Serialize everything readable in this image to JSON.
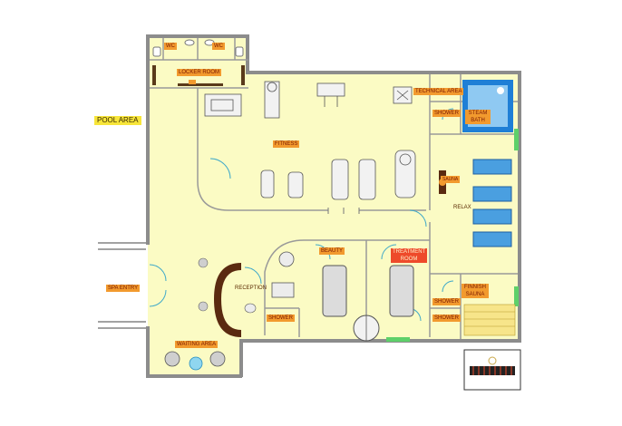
{
  "labels": {
    "pool_area": "POOL AREA",
    "wc_left": "WC",
    "wc_right": "WC",
    "locker_room": "LOCKER ROOM",
    "fitness": "FITNESS",
    "technical_area": "TECHNICAL AREA",
    "shower_top": "SHOWER",
    "steam_bath": "STEAM BATH",
    "sauna_bench": "SAUNA",
    "relax": "RELAX",
    "beauty": "BEAUTY",
    "treatment_room": "TREATMENT ROOM",
    "finnish_sauna": "FINNISH SAUNA",
    "shower_right_1": "SHOWER",
    "shower_right_2": "SHOWER",
    "reception": "RECEPTION",
    "shower_bottom": "SHOWER",
    "spa_entry": "SPA ENTRY",
    "waiting_area": "WAITING AREA"
  },
  "colors": {
    "floor": "#fbfbc4",
    "wall": "#8c8c8c",
    "label_orange": "#f29a2e",
    "label_red": "#ee4a2a",
    "label_yellow": "#f7e53a",
    "pool_blue": "#1f7fd6",
    "lounger_blue": "#4a9fe0",
    "door_green": "#5ed06a"
  }
}
